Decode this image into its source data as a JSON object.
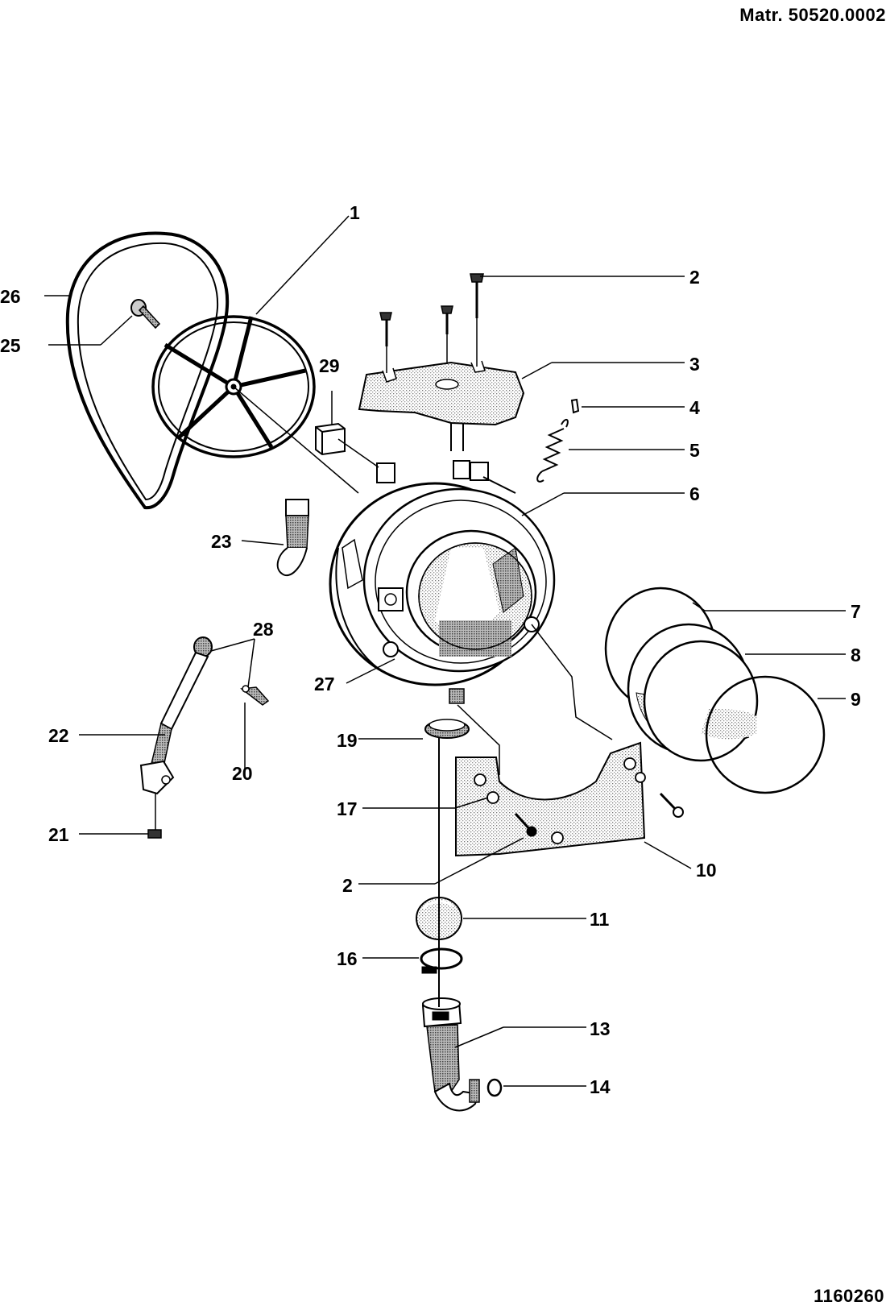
{
  "header": {
    "matricola": "Matr. 50520.0002"
  },
  "footer": {
    "drawing_code": "1160260"
  },
  "callouts": [
    {
      "id": "c-1",
      "num": "1"
    },
    {
      "id": "c-2a",
      "num": "2"
    },
    {
      "id": "c-3",
      "num": "3"
    },
    {
      "id": "c-4",
      "num": "4"
    },
    {
      "id": "c-5",
      "num": "5"
    },
    {
      "id": "c-6",
      "num": "6"
    },
    {
      "id": "c-7",
      "num": "7"
    },
    {
      "id": "c-8",
      "num": "8"
    },
    {
      "id": "c-9",
      "num": "9"
    },
    {
      "id": "c-10",
      "num": "10"
    },
    {
      "id": "c-11",
      "num": "11"
    },
    {
      "id": "c-13",
      "num": "13"
    },
    {
      "id": "c-14",
      "num": "14"
    },
    {
      "id": "c-16",
      "num": "16"
    },
    {
      "id": "c-17",
      "num": "17"
    },
    {
      "id": "c-2b",
      "num": "2"
    },
    {
      "id": "c-19",
      "num": "19"
    },
    {
      "id": "c-20",
      "num": "20"
    },
    {
      "id": "c-21",
      "num": "21"
    },
    {
      "id": "c-22",
      "num": "22"
    },
    {
      "id": "c-23",
      "num": "23"
    },
    {
      "id": "c-25",
      "num": "25"
    },
    {
      "id": "c-26",
      "num": "26"
    },
    {
      "id": "c-27",
      "num": "27"
    },
    {
      "id": "c-28",
      "num": "28"
    },
    {
      "id": "c-29",
      "num": "29"
    }
  ]
}
